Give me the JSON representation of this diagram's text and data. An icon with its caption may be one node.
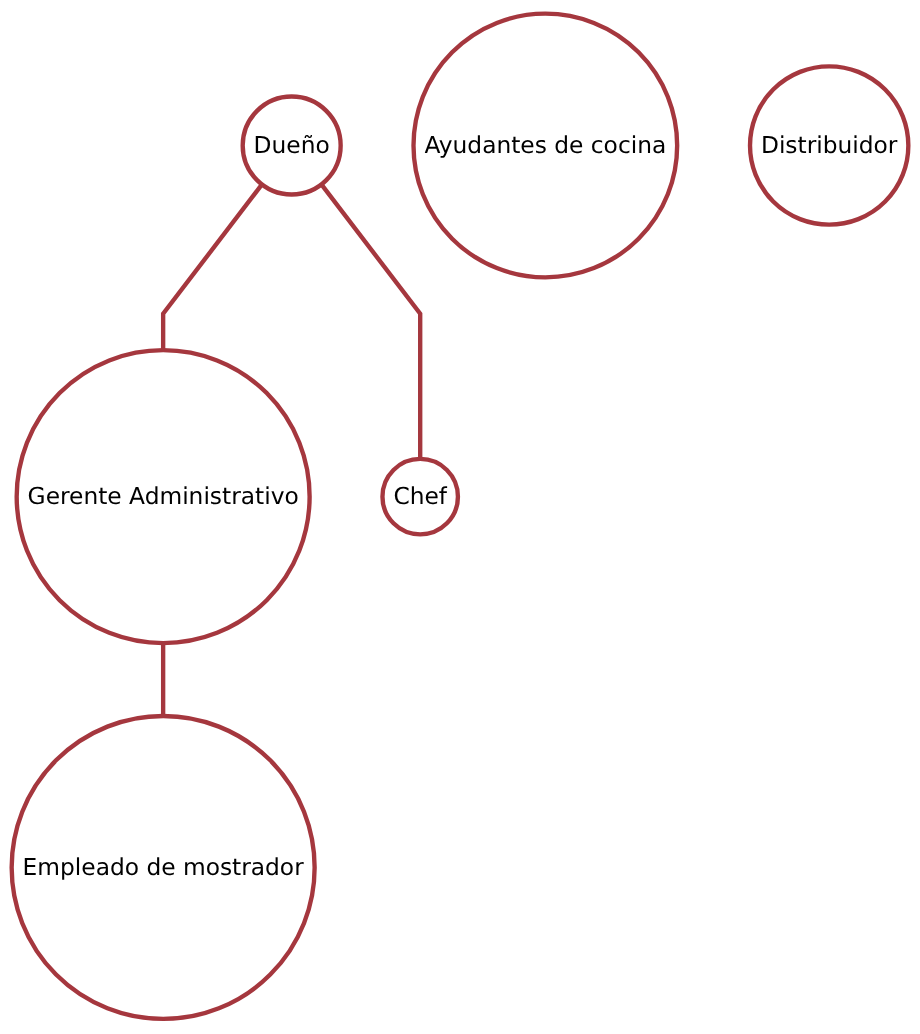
{
  "diagram": {
    "nodes": [
      {
        "text": [
          "Dueño"
        ]
      },
      {
        "text": [
          "Gerente Administrativo"
        ]
      },
      {
        "text": [
          "Chef"
        ]
      },
      {
        "text": [
          "Empleado de mostrador"
        ]
      },
      {
        "text": [
          "Ayudantes de cocina"
        ]
      },
      {
        "text": [
          "Distribuidor"
        ]
      }
    ],
    "edges": [
      {
        "from": 0,
        "to": 1,
        "arrow": "none"
      },
      {
        "from": 0,
        "to": 2,
        "arrow": "none"
      },
      {
        "from": 1,
        "to": 3,
        "arrow": "none"
      }
    ]
  }
}
